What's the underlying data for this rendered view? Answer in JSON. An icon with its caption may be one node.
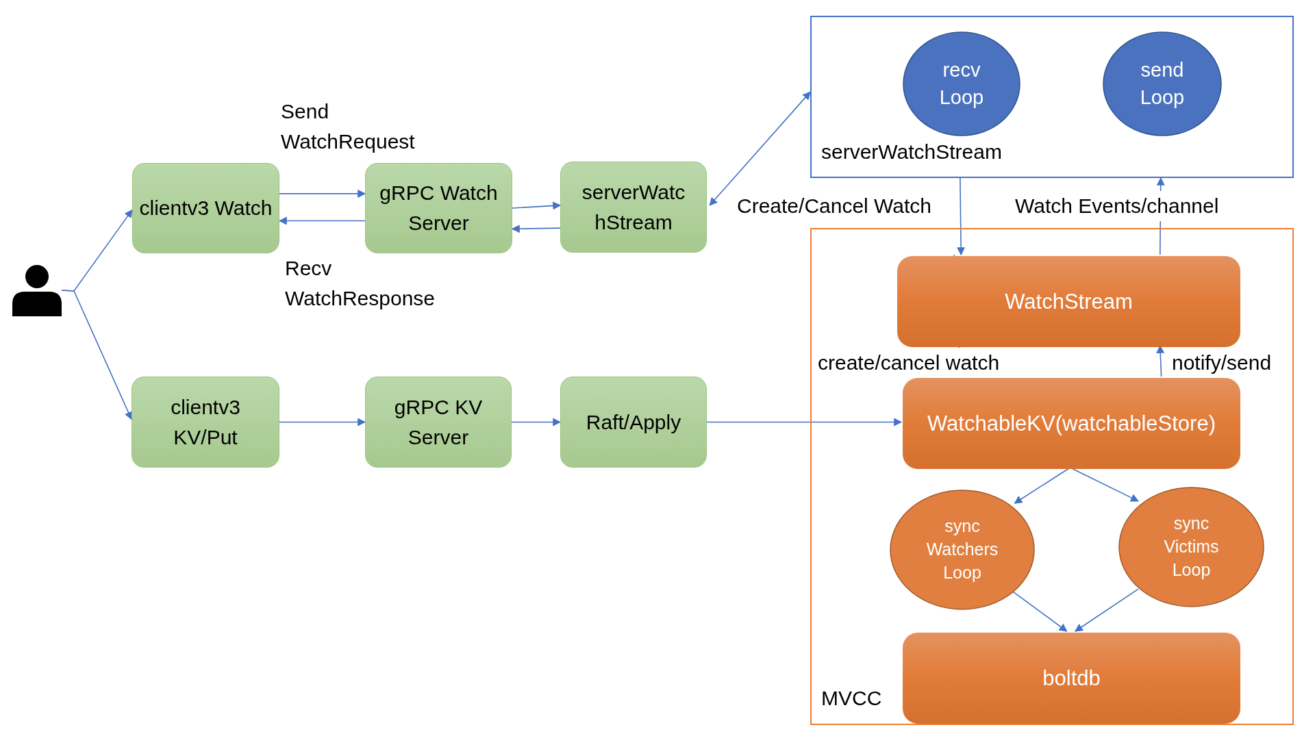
{
  "diagram": {
    "nodes": [
      {
        "text": [],
        "shape": "person"
      },
      {
        "text": [
          "clientv3 Watch"
        ]
      },
      {
        "text": [
          "gRPC Watch Server"
        ]
      },
      {
        "text": [
          "serverWatc hStream"
        ]
      },
      {
        "text": [
          "clientv3 KV/Put"
        ]
      },
      {
        "text": [
          "gRPC KV Server"
        ]
      },
      {
        "text": [
          "Raft/Apply"
        ]
      },
      {
        "text": [
          "serverWatchStream"
        ]
      },
      {
        "text": [
          "recv Loop"
        ],
        "in": 7
      },
      {
        "text": [
          "send Loop"
        ],
        "in": 7
      },
      {
        "text": [
          "MVCC"
        ]
      },
      {
        "text": [
          "WatchStream"
        ],
        "in": 10
      },
      {
        "text": [
          "WatchableKV(watchableStore)"
        ],
        "in": 10
      },
      {
        "text": [
          "sync Watchers Loop"
        ],
        "in": 10
      },
      {
        "text": [
          "sync Victims Loop"
        ],
        "in": 10
      },
      {
        "text": [
          "boltdb"
        ],
        "in": 10
      }
    ],
    "edges": [
      {
        "from": 0,
        "to": 1,
        "arrow": "to"
      },
      {
        "from": 0,
        "to": 4,
        "arrow": "to"
      },
      {
        "from": 1,
        "to": 2,
        "arrow": "to",
        "label": "Send WatchRequest"
      },
      {
        "from": 2,
        "to": 1,
        "arrow": "to",
        "label": "Recv WatchResponse"
      },
      {
        "from": 2,
        "to": 3,
        "arrow": "to"
      },
      {
        "from": 3,
        "to": 2,
        "arrow": "to"
      },
      {
        "from": 3,
        "to": 7,
        "arrow": "both"
      },
      {
        "from": 7,
        "to": 11,
        "arrow": "to",
        "label": "Create/Cancel Watch"
      },
      {
        "from": 11,
        "to": 7,
        "arrow": "to",
        "label": "Watch Events/channel"
      },
      {
        "from": 11,
        "to": 12,
        "arrow": "to",
        "label": "create/cancel watch"
      },
      {
        "from": 12,
        "to": 11,
        "arrow": "to",
        "label": "notify/send"
      },
      {
        "from": 4,
        "to": 5,
        "arrow": "to"
      },
      {
        "from": 5,
        "to": 6,
        "arrow": "to"
      },
      {
        "from": 6,
        "to": 12,
        "arrow": "to"
      },
      {
        "from": 12,
        "to": 13,
        "arrow": "to"
      },
      {
        "from": 12,
        "to": 14,
        "arrow": "to"
      },
      {
        "from": 13,
        "to": 15,
        "arrow": "to"
      },
      {
        "from": 14,
        "to": 15,
        "arrow": "to"
      }
    ]
  }
}
